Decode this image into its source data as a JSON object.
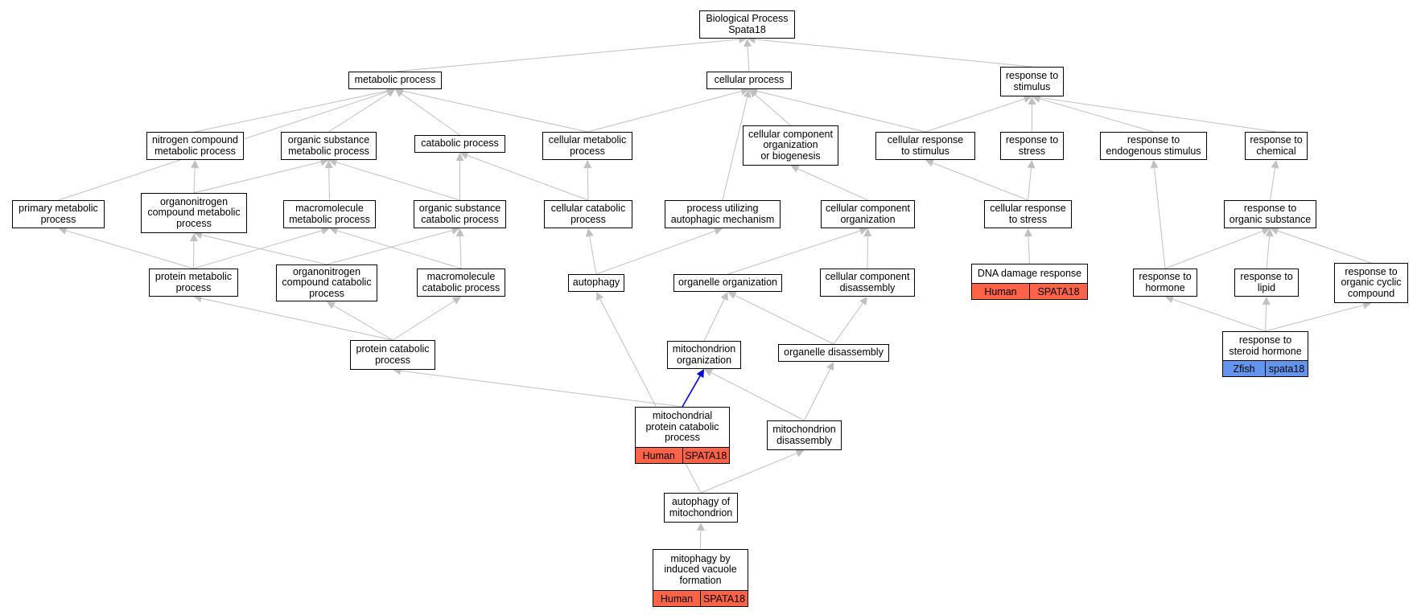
{
  "colors": {
    "edge": "#c0c0c0",
    "highlight_edge": "#0000dd",
    "human": "#ff6347",
    "zfish": "#6495ed"
  },
  "nodes": [
    {
      "id": "bp",
      "label": "Biological Process\nSpata18"
    },
    {
      "id": "metabolic",
      "label": "metabolic process"
    },
    {
      "id": "cellular",
      "label": "cellular process"
    },
    {
      "id": "rstim",
      "label": "response to\nstimulus"
    },
    {
      "id": "nitrogen",
      "label": "nitrogen compound\nmetabolic process"
    },
    {
      "id": "orgsub",
      "label": "organic substance\nmetabolic process"
    },
    {
      "id": "catabolic",
      "label": "catabolic process"
    },
    {
      "id": "cellmet",
      "label": "cellular metabolic\nprocess"
    },
    {
      "id": "ccob",
      "label": "cellular component\norganization\nor biogenesis"
    },
    {
      "id": "cellrstim",
      "label": "cellular response\nto stimulus"
    },
    {
      "id": "rstress",
      "label": "response to\nstress"
    },
    {
      "id": "rendo",
      "label": "response to\nendogenous stimulus"
    },
    {
      "id": "rchem",
      "label": "response to\nchemical"
    },
    {
      "id": "primary",
      "label": "primary metabolic\nprocess"
    },
    {
      "id": "organonit",
      "label": "organonitrogen\ncompound metabolic\nprocess"
    },
    {
      "id": "macromol",
      "label": "macromolecule\nmetabolic process"
    },
    {
      "id": "orgsubcat",
      "label": "organic substance\ncatabolic process"
    },
    {
      "id": "cellcat",
      "label": "cellular catabolic\nprocess"
    },
    {
      "id": "autoph",
      "label": "process utilizing\nautophagic mechanism"
    },
    {
      "id": "cco",
      "label": "cellular component\norganization"
    },
    {
      "id": "cellrstress",
      "label": "cellular response\nto stress"
    },
    {
      "id": "rorgsub",
      "label": "response to\norganic substance"
    },
    {
      "id": "protmet",
      "label": "protein metabolic\nprocess"
    },
    {
      "id": "orgnitcat",
      "label": "organonitrogen\ncompound catabolic\nprocess"
    },
    {
      "id": "macrocat",
      "label": "macromolecule\ncatabolic process"
    },
    {
      "id": "autophagy",
      "label": "autophagy"
    },
    {
      "id": "organelleorg",
      "label": "organelle organization"
    },
    {
      "id": "ccdis",
      "label": "cellular component\ndisassembly"
    },
    {
      "id": "dna",
      "label": "DNA damage response",
      "annotation": [
        "Human",
        "SPATA18"
      ],
      "annotation_color": "#ff6347"
    },
    {
      "id": "rhormone",
      "label": "response to\nhormone"
    },
    {
      "id": "rlipid",
      "label": "response to\nlipid"
    },
    {
      "id": "rcyclic",
      "label": "response to\norganic cyclic\ncompound"
    },
    {
      "id": "protcat",
      "label": "protein catabolic\nprocess"
    },
    {
      "id": "mitoorg",
      "label": "mitochondrion\norganization"
    },
    {
      "id": "organelledis",
      "label": "organelle disassembly"
    },
    {
      "id": "rsteroid",
      "label": "response to\nsteroid hormone",
      "annotation": [
        "Zfish",
        "spata18"
      ],
      "annotation_color": "#6495ed"
    },
    {
      "id": "mitoprot",
      "label": "mitochondrial\nprotein catabolic\nprocess",
      "annotation": [
        "Human",
        "SPATA18"
      ],
      "annotation_color": "#ff6347"
    },
    {
      "id": "mitodis",
      "label": "mitochondrion\ndisassembly"
    },
    {
      "id": "autmito",
      "label": "autophagy of\nmitochondrion"
    },
    {
      "id": "mitophagy",
      "label": "mitophagy by\ninduced vacuole\nformation",
      "annotation": [
        "Human",
        "SPATA18"
      ],
      "annotation_color": "#ff6347"
    }
  ],
  "edges": [
    [
      "metabolic",
      "bp"
    ],
    [
      "cellular",
      "bp"
    ],
    [
      "rstim",
      "bp"
    ],
    [
      "nitrogen",
      "metabolic"
    ],
    [
      "orgsub",
      "metabolic"
    ],
    [
      "catabolic",
      "metabolic"
    ],
    [
      "cellmet",
      "metabolic"
    ],
    [
      "primary",
      "metabolic"
    ],
    [
      "cellmet",
      "cellular"
    ],
    [
      "ccob",
      "cellular"
    ],
    [
      "cellrstim",
      "cellular"
    ],
    [
      "autoph",
      "cellular"
    ],
    [
      "cellrstim",
      "rstim"
    ],
    [
      "rstress",
      "rstim"
    ],
    [
      "rendo",
      "rstim"
    ],
    [
      "rchem",
      "rstim"
    ],
    [
      "organonit",
      "nitrogen"
    ],
    [
      "organonit",
      "orgsub"
    ],
    [
      "macromol",
      "orgsub"
    ],
    [
      "orgsubcat",
      "orgsub"
    ],
    [
      "orgsubcat",
      "catabolic"
    ],
    [
      "cellcat",
      "catabolic"
    ],
    [
      "cellcat",
      "cellmet"
    ],
    [
      "cco",
      "ccob"
    ],
    [
      "cellrstress",
      "cellrstim"
    ],
    [
      "cellrstress",
      "rstress"
    ],
    [
      "rorgsub",
      "rchem"
    ],
    [
      "rhormone",
      "rendo"
    ],
    [
      "protmet",
      "primary"
    ],
    [
      "protmet",
      "organonit"
    ],
    [
      "protmet",
      "macromol"
    ],
    [
      "orgnitcat",
      "organonit"
    ],
    [
      "orgnitcat",
      "orgsubcat"
    ],
    [
      "macrocat",
      "macromol"
    ],
    [
      "macrocat",
      "orgsubcat"
    ],
    [
      "autophagy",
      "cellcat"
    ],
    [
      "autophagy",
      "autoph"
    ],
    [
      "organelleorg",
      "cco"
    ],
    [
      "ccdis",
      "cco"
    ],
    [
      "dna",
      "cellrstress"
    ],
    [
      "rhormone",
      "rorgsub"
    ],
    [
      "rlipid",
      "rorgsub"
    ],
    [
      "rcyclic",
      "rorgsub"
    ],
    [
      "protcat",
      "protmet"
    ],
    [
      "protcat",
      "orgnitcat"
    ],
    [
      "protcat",
      "macrocat"
    ],
    [
      "mitoorg",
      "organelleorg"
    ],
    [
      "organelledis",
      "organelleorg"
    ],
    [
      "organelledis",
      "ccdis"
    ],
    [
      "rsteroid",
      "rhormone"
    ],
    [
      "rsteroid",
      "rlipid"
    ],
    [
      "rsteroid",
      "rcyclic"
    ],
    [
      "mitoprot",
      "protcat"
    ],
    [
      "mitoprot",
      "mitoorg"
    ],
    [
      "mitodis",
      "mitoorg"
    ],
    [
      "mitodis",
      "organelledis"
    ],
    [
      "autmito",
      "autophagy"
    ],
    [
      "autmito",
      "mitodis"
    ],
    [
      "mitophagy",
      "autmito"
    ]
  ],
  "highlight_edges": [
    [
      "mitoprot",
      "mitoorg"
    ]
  ]
}
